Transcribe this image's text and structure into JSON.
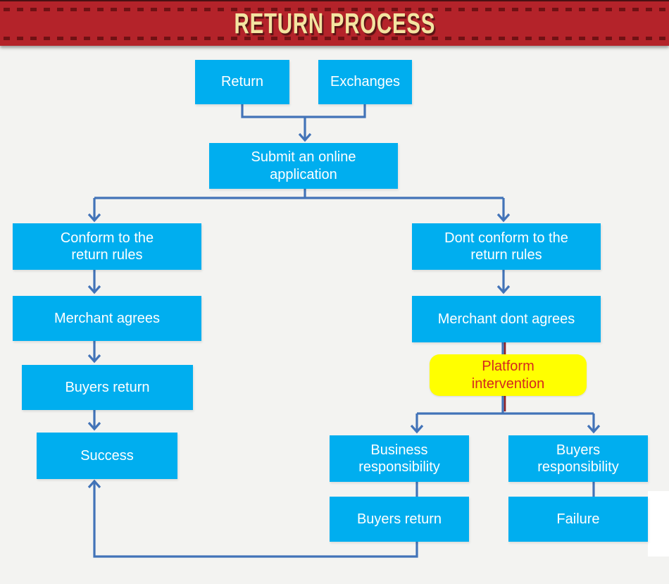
{
  "banner": {
    "title": "RETURN PROCESS",
    "background": "#b4232a",
    "dash_color": "#701114",
    "title_color": "#f3e4a1"
  },
  "colors": {
    "page_background": "#f3f3f1",
    "node_fill": "#00aeef",
    "node_text": "#ffffff",
    "connector": "#4273b8",
    "highlight_connector": "#8e2025",
    "highlight_fill": "#ffff00",
    "highlight_text": "#d5281e"
  },
  "nodes": {
    "return": {
      "label": "Return"
    },
    "exchanges": {
      "label": "Exchanges"
    },
    "submit": {
      "label": "Submit an online\napplication"
    },
    "conform": {
      "label": "Conform to the\nreturn rules"
    },
    "dont_conform": {
      "label": "Dont conform to the\nreturn rules"
    },
    "merchant_agrees": {
      "label": "Merchant agrees"
    },
    "merchant_dont_agrees": {
      "label": "Merchant dont agrees"
    },
    "platform_intervention": {
      "label": "Platform\nintervention"
    },
    "buyers_return_left": {
      "label": "Buyers return"
    },
    "success": {
      "label": "Success"
    },
    "business_responsibility": {
      "label": "Business\nresponsibility"
    },
    "buyers_responsibility": {
      "label": "Buyers\nresponsibility"
    },
    "buyers_return_bottom": {
      "label": "Buyers return"
    },
    "failure": {
      "label": "Failure"
    }
  }
}
